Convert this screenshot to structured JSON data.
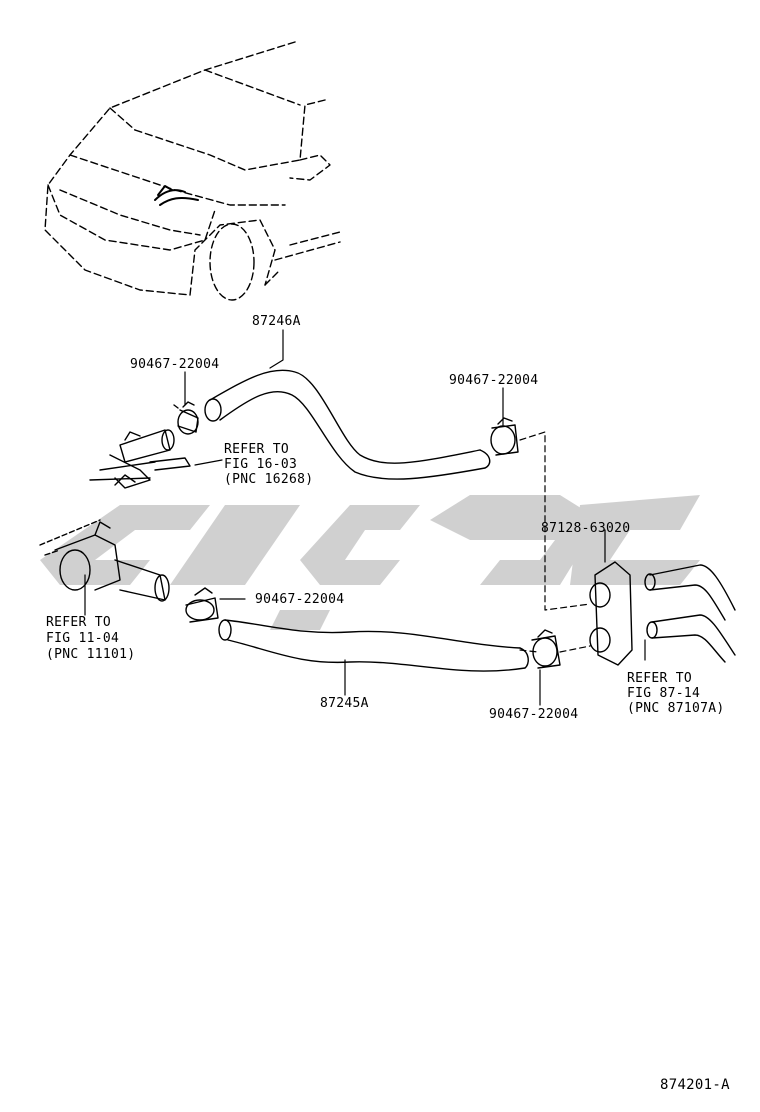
{
  "callouts": {
    "hose_upper": "87246A",
    "hose_lower": "87245A",
    "clamp_upper_left": "90467-22004",
    "clamp_upper_right": "90467-22004",
    "clamp_lower_left": "90467-22004",
    "clamp_lower_right": "90467-22004",
    "grommet": "87128-63020"
  },
  "references": {
    "valve": [
      "REFER TO",
      "FIG 16-03",
      "(PNC 16268)"
    ],
    "engine": [
      "REFER TO",
      "FIG 11-04",
      "(PNC 11101)"
    ],
    "heater": [
      "REFER TO",
      "FIG 87-14",
      "(PNC 87107A)"
    ]
  },
  "figure_number": "874201-A",
  "watermark_color": "#c8c8c8",
  "line_color": "#000000"
}
